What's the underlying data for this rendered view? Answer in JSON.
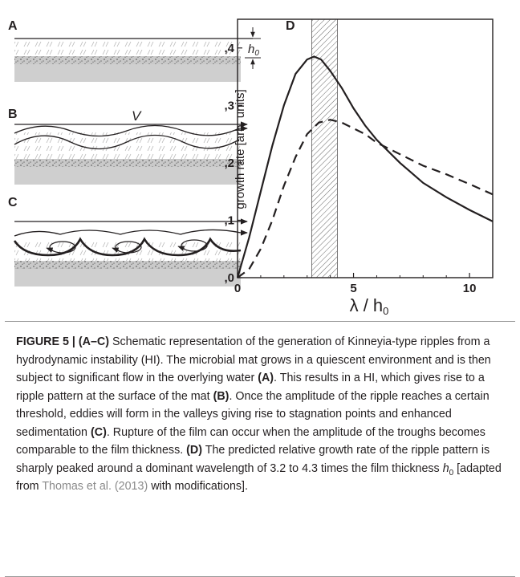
{
  "panels": {
    "a": "A",
    "b": "B",
    "c": "C",
    "d": "D"
  },
  "schematic": {
    "h0_label": "h",
    "h0_sub": "0",
    "velocity_label": "V"
  },
  "chart_data": {
    "type": "line",
    "ylabel": "growth rate [arb. units]",
    "xlabel_main": "λ / h",
    "xlabel_sub": "0",
    "xlim": [
      0,
      11
    ],
    "ylim": [
      0,
      0.45
    ],
    "x_ticks": [
      {
        "v": 0,
        "label": "0"
      },
      {
        "v": 5,
        "label": "5"
      },
      {
        "v": 10,
        "label": "10"
      }
    ],
    "y_ticks": [
      {
        "v": 0,
        "label": "0,0"
      },
      {
        "v": 0.1,
        "label": "0,1"
      },
      {
        "v": 0.2,
        "label": "0,2"
      },
      {
        "v": 0.3,
        "label": "0,3"
      },
      {
        "v": 0.4,
        "label": "0,4"
      }
    ],
    "shaded_region": [
      3.2,
      4.3
    ],
    "series": [
      {
        "style": "solid",
        "x": [
          0,
          0.5,
          1,
          1.5,
          2,
          2.5,
          3,
          3.3,
          3.6,
          4,
          4.5,
          5,
          5.5,
          6,
          7,
          8,
          9,
          10,
          11
        ],
        "y": [
          0,
          0.07,
          0.15,
          0.23,
          0.3,
          0.355,
          0.38,
          0.385,
          0.38,
          0.36,
          0.33,
          0.295,
          0.265,
          0.24,
          0.2,
          0.165,
          0.14,
          0.118,
          0.098
        ]
      },
      {
        "style": "dashed",
        "x": [
          0,
          0.5,
          1,
          1.5,
          2,
          2.5,
          3,
          3.5,
          4,
          4.5,
          5,
          5.5,
          6,
          7,
          8,
          9,
          10,
          11
        ],
        "y": [
          0,
          0.015,
          0.05,
          0.1,
          0.16,
          0.21,
          0.25,
          0.27,
          0.275,
          0.27,
          0.26,
          0.25,
          0.235,
          0.215,
          0.195,
          0.18,
          0.163,
          0.145
        ]
      }
    ]
  },
  "caption": {
    "label": "FIGURE 5 | (A–C)",
    "t1": " Schematic representation of the generation of Kinneyia-type ripples from a hydrodynamic instability (HI). The microbial mat grows in a quiescent environment and is then subject to significant flow in the overlying water ",
    "r_a": "(A)",
    "t2": ". This results in a HI, which gives rise to a ripple pattern at the surface of the mat ",
    "r_b": "(B)",
    "t3": ". Once the amplitude of the ripple reaches a certain threshold, eddies will form in the valleys giving rise to stagnation points and enhanced sedimentation ",
    "r_c": "(C)",
    "t4": ". Rupture of the film can occur when the amplitude of the troughs becomes comparable to the film thickness. ",
    "r_d": "(D)",
    "t5": " The predicted relative growth rate of the ripple pattern is sharply peaked around a dominant wavelength of 3.2 to 4.3 times the film thickness ",
    "h_var": "h",
    "h_sub": "0",
    "t6": " [adapted from ",
    "ref": "Thomas et al. (2013)",
    "t7": " with modifications]."
  }
}
